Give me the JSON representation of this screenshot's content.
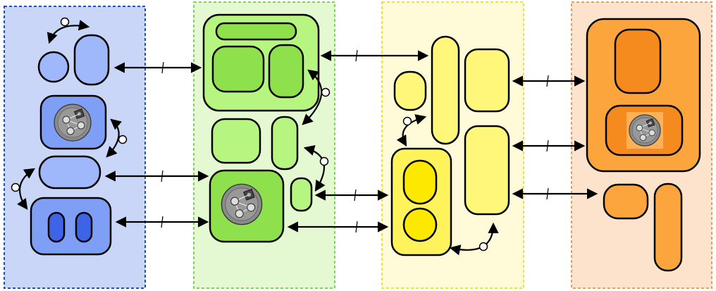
{
  "diagram": {
    "panels": [
      {
        "id": "blue",
        "fill": "#c9d6f8",
        "border": "#1f4fc8"
      },
      {
        "id": "green",
        "fill": "#e4f8d2",
        "border": "#7fd45a"
      },
      {
        "id": "yellow",
        "fill": "#fffbd8",
        "border": "#f2df3a"
      },
      {
        "id": "orange",
        "fill": "#fde3cc",
        "border": "#e3a25e"
      }
    ],
    "palette": {
      "blue_light": "#9fb7fb",
      "blue_mid": "#7f9ff7",
      "blue_dark": "#3f63e6",
      "green_light": "#b6f580",
      "green_mid": "#8ee04c",
      "green_dark": "#72d036",
      "yellow_light": "#fff77a",
      "yellow_mid": "#fff35c",
      "yellow_dark": "#fde900",
      "orange_light": "#fdb25a",
      "orange_mid": "#fba53c",
      "orange_dark": "#f58a1e",
      "stroke": "#000000",
      "core_gray": "#8a8a8a"
    },
    "icons": [
      "core-network-icon",
      "two-way-arrow-icon",
      "tick-mark-icon",
      "hinge-circle-icon"
    ]
  }
}
